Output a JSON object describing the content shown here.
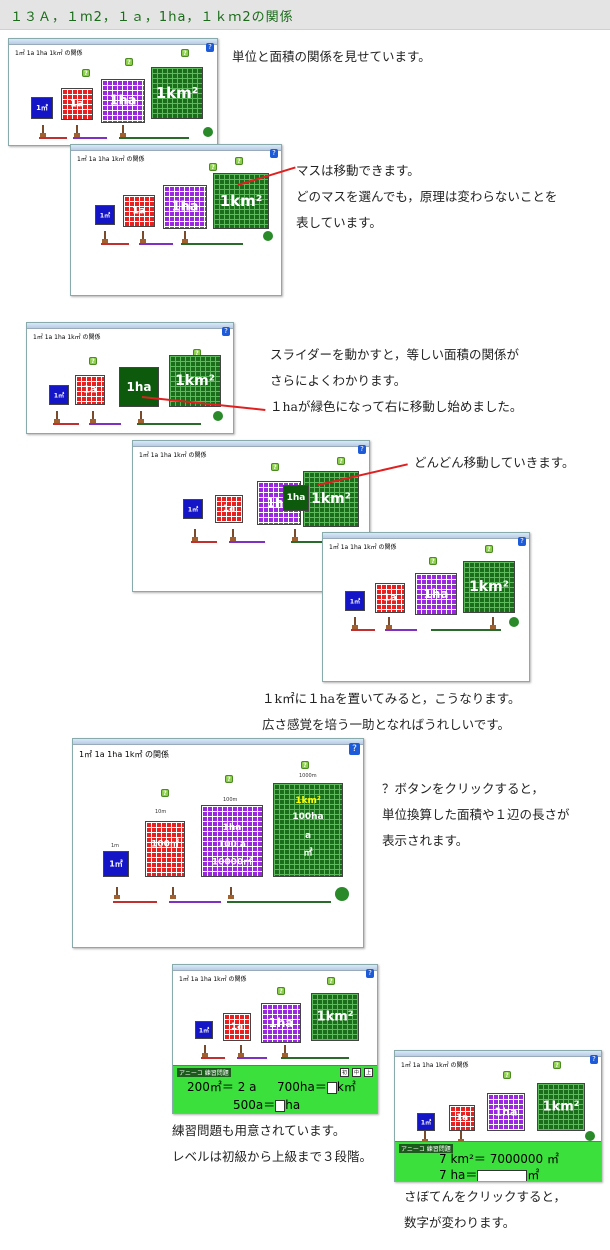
{
  "header": {
    "title": "１３Ａ，１m2，１ａ，1ha，１ｋｍ2の関係"
  },
  "app": {
    "title": "1㎡ 1a 1ha 1k㎡ の関係",
    "help_icon": "?"
  },
  "units": {
    "m2": "1㎡",
    "a": "1a",
    "ha": "1ha",
    "km2": "1km²"
  },
  "side_labels": {
    "m": "1m",
    "m10": "10m",
    "m100": "100m",
    "m1000": "1000m"
  },
  "expanded": {
    "ha_top": "1ha",
    "a_line": "100 a",
    "m2_line": "10000㎡",
    "km2_top": "1km²",
    "ha_label": "100ha",
    "q1": "a",
    "q2": "㎡",
    "a_m2": "100㎡"
  },
  "captions": {
    "c1": "単位と面積の関係を見せています。",
    "c2": "マスは移動できます。\nどのマスを選んでも，原理は変わらないことを\n表しています。",
    "c3": "スライダーを動かすと，等しい面積の関係が\nさらによくわかります。\n１haが緑色になって右に移動し始めました。",
    "c4": "どんどん移動していきます。",
    "c5": "１k㎡に１haを置いてみると，こうなります。\n広さ感覚を培う一助となればうれしいです。",
    "c6": "？ボタンをクリックすると，\n単位換算した面積や１辺の長さが\n表示されます。",
    "c7": "練習問題も用意されています。\nレベルは初級から上級まで３段階。",
    "c8": "さぼてんをクリックすると，\n数字が変わります。"
  },
  "practice1": {
    "title": "アニーコ 練習問題",
    "q1": "200㎡＝ 2 a",
    "q2": "700ha＝",
    "q2_unit": "k㎡",
    "q3": "500a＝",
    "q3_unit": "ha"
  },
  "practice2": {
    "title": "アニーコ 練習問題",
    "q1": "7 km²＝ 7000000 ㎡",
    "q2": "7 ha＝",
    "q2_unit": "㎡"
  }
}
